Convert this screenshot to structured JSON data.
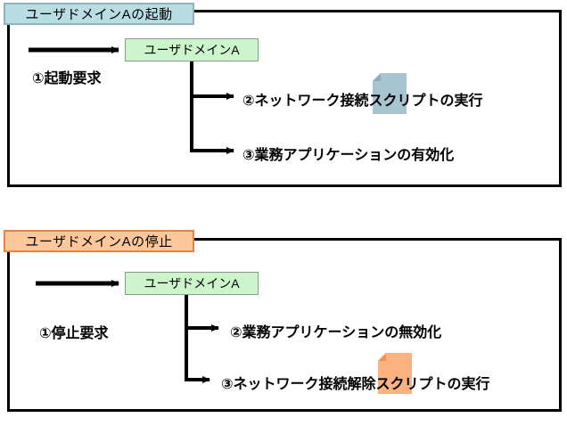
{
  "diagrams": [
    {
      "id": "startup",
      "banner_title": "ユーザドメインAの起動",
      "banner_color": "#b8dde2",
      "banner_border_color": "#8fb3b8",
      "domain_box_label": "ユーザドメインA",
      "domain_box_color": "#ccf5cc",
      "request_label": "①起動要求",
      "steps": [
        {
          "label": "②ネットワーク接続スクリプトの実行",
          "has_script_icon": true
        },
        {
          "label": "③業務アプリケーションの有効化",
          "has_script_icon": false
        }
      ],
      "icon_color": "#a7c5d1",
      "icon_fold_color": "#8eabb8",
      "icon_name": "script-document-icon"
    },
    {
      "id": "shutdown",
      "banner_title": "ユーザドメインAの停止",
      "banner_color": "#fcc79a",
      "banner_border_color": "#e8853c",
      "domain_box_label": "ユーザドメインA",
      "domain_box_color": "#ccf5cc",
      "request_label": "①停止要求",
      "steps": [
        {
          "label": "②業務アプリケーションの無効化",
          "has_script_icon": false
        },
        {
          "label": "③ネットワーク接続解除スクリプトの実行",
          "has_script_icon": true
        }
      ],
      "icon_color": "#fbb27e",
      "icon_fold_color": "#ef9257",
      "icon_name": "script-document-icon"
    }
  ],
  "colors": {
    "frame": "#000000",
    "arrow": "#000000",
    "background": "#ffffff"
  }
}
